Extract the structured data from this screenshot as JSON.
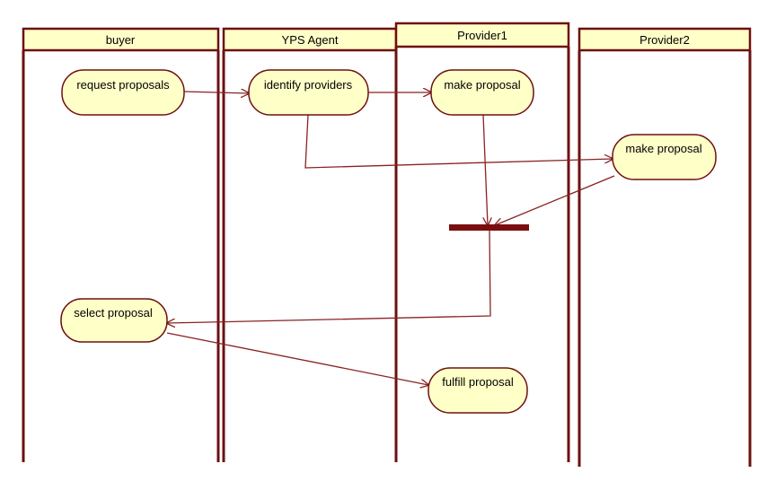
{
  "lanes": [
    {
      "name": "buyer"
    },
    {
      "name": "YPS Agent"
    },
    {
      "name": "Provider1"
    },
    {
      "name": "Provider2"
    }
  ],
  "activities": {
    "request_proposals": "request proposals",
    "identify_providers": "identify providers",
    "make_proposal_p1": "make proposal",
    "make_proposal_p2": "make proposal",
    "select_proposal": "select proposal",
    "fulfill_proposal": "fulfill proposal"
  },
  "colors": {
    "lane_border": "#6e1010",
    "node_fill": "#ffffc8",
    "arrow": "#8a2222",
    "sync_bar": "#7a0e0e"
  }
}
